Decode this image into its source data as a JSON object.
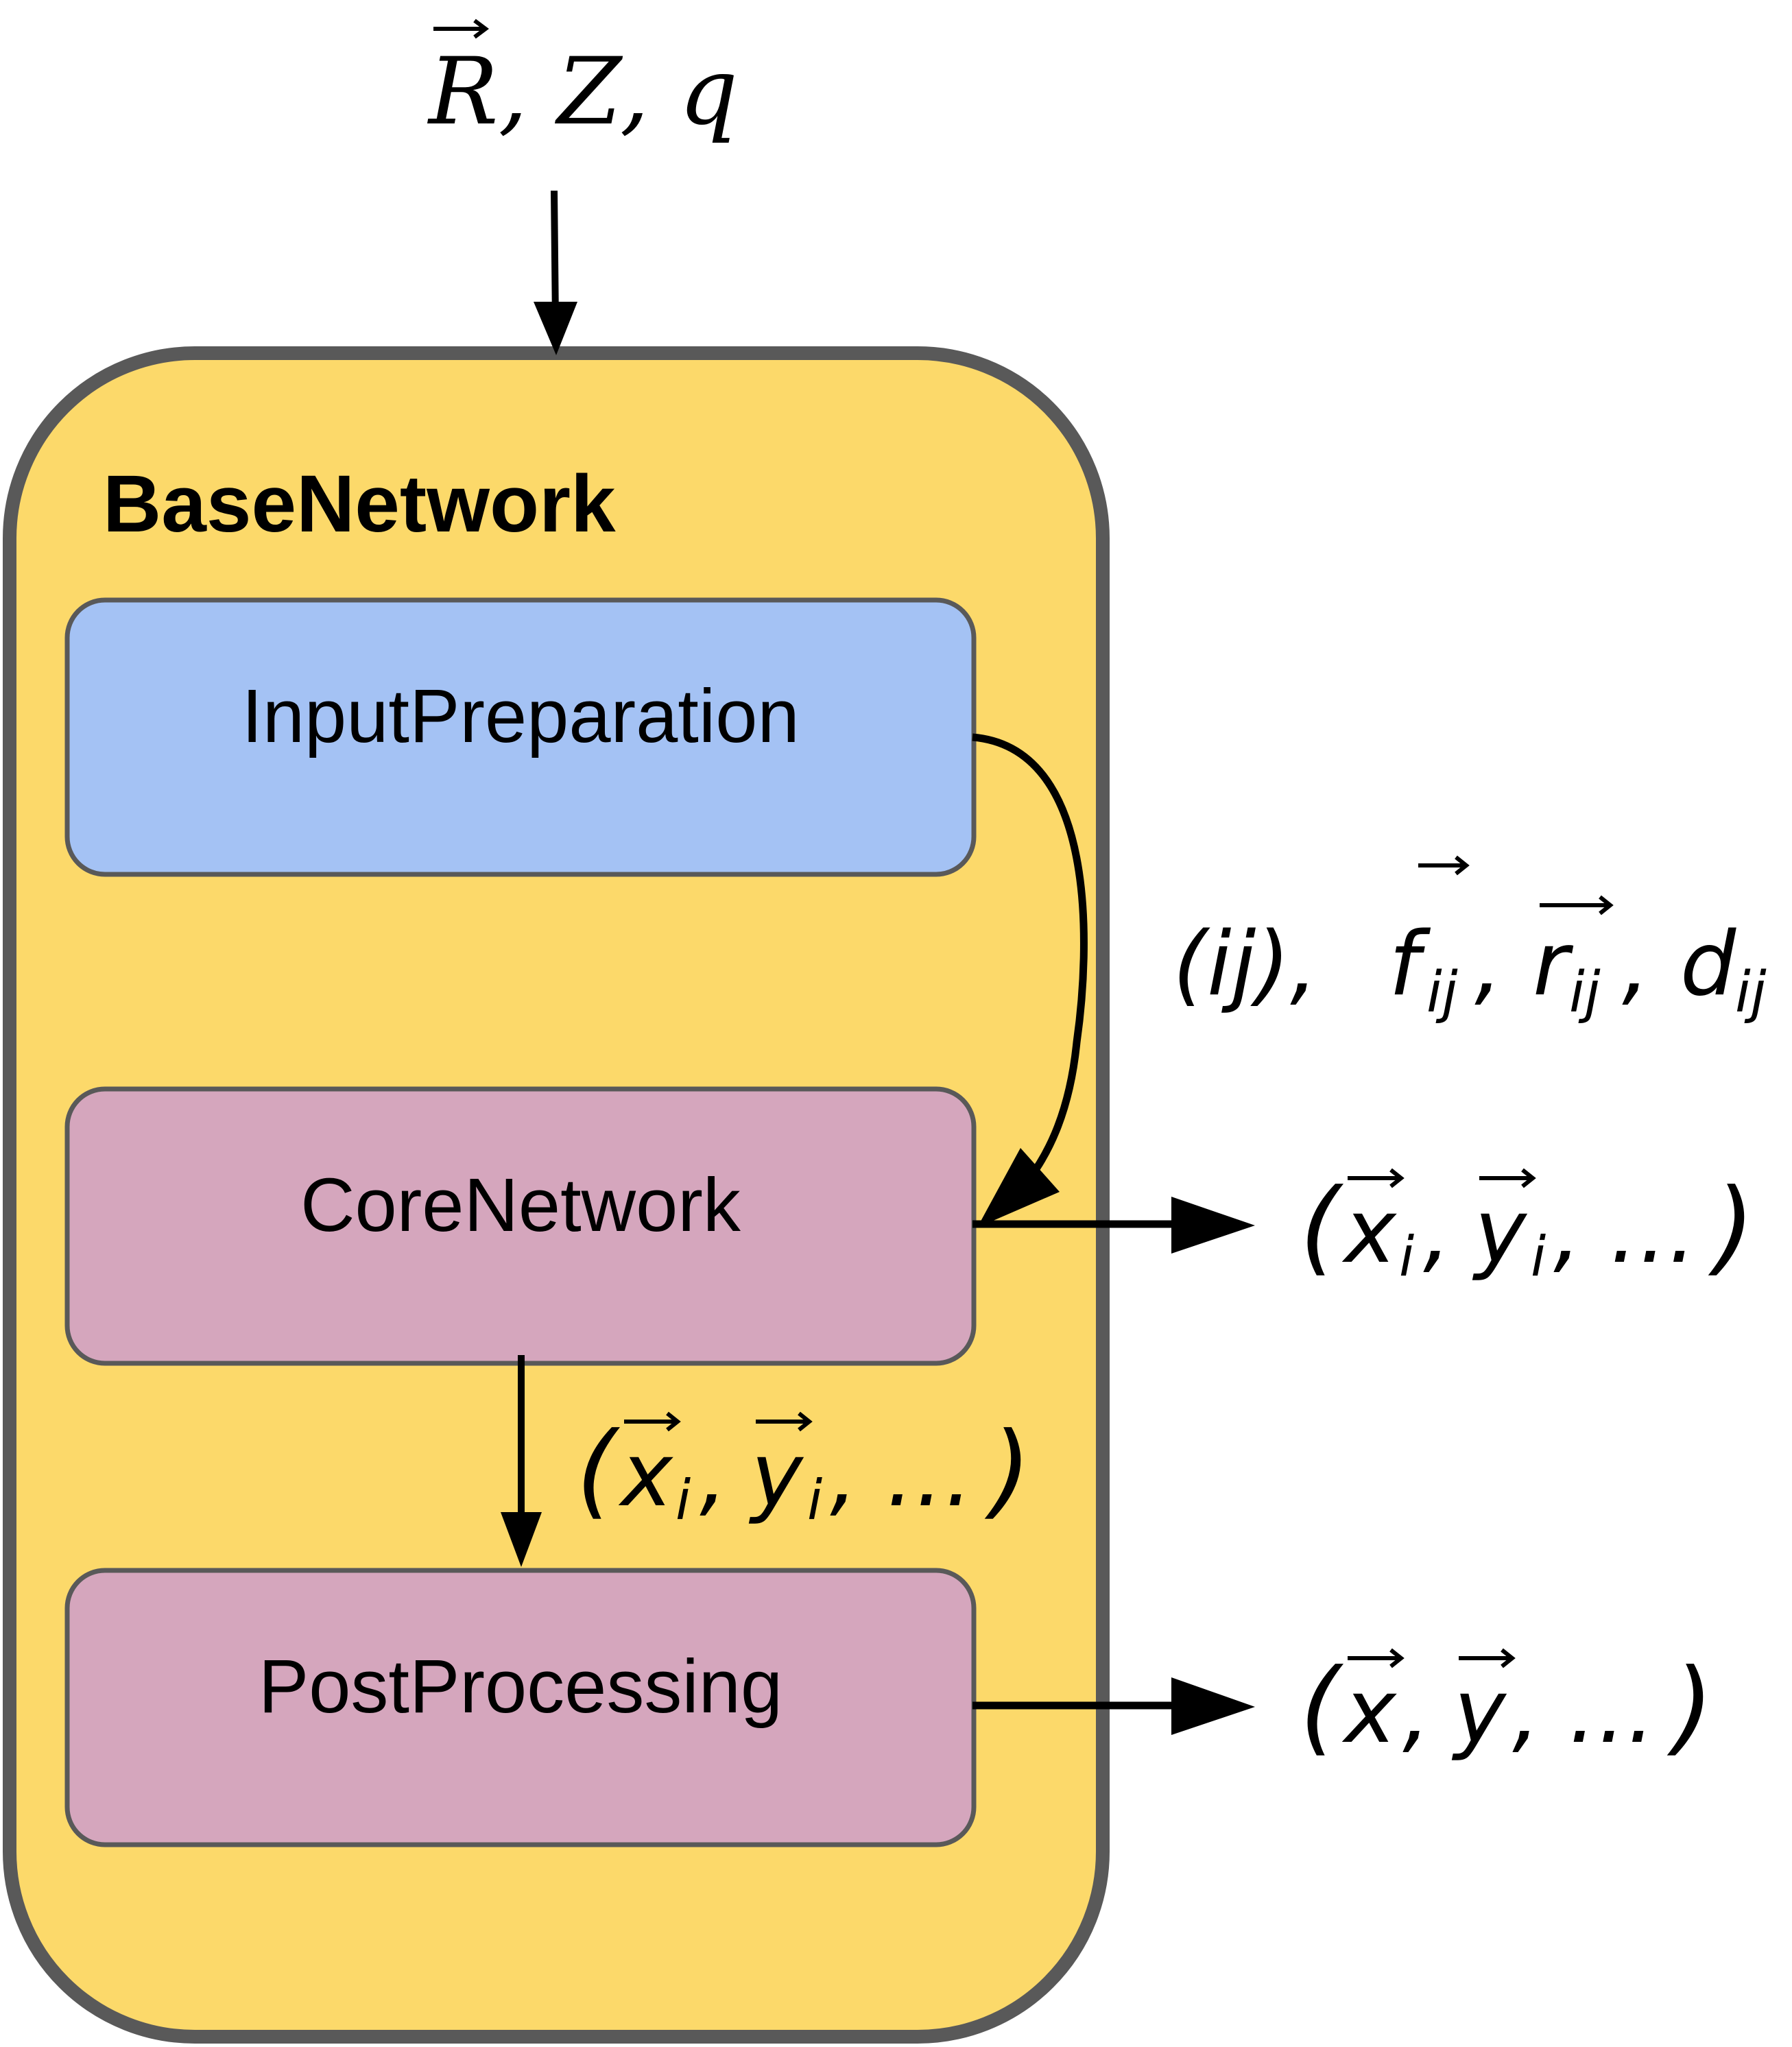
{
  "container": {
    "title": "BaseNetwork",
    "fill": "#FCD96A",
    "stroke": "#595959"
  },
  "input_label": {
    "base": "R, Z, q"
  },
  "modules": [
    {
      "label": "InputPreparation",
      "fill": "#A4C2F4"
    },
    {
      "label": "CoreNetwork",
      "fill": "#D5A6BD"
    },
    {
      "label": "PostProcessing",
      "fill": "#D5A6BD"
    }
  ],
  "edge_labels": {
    "pairs": "(ij), f_ij, r_ij, d_ij",
    "core_to_post": "(x_i, y_i, ...)",
    "core_out": "(x_i, y_i, ...)",
    "post_out": "(x, y, ...)"
  }
}
